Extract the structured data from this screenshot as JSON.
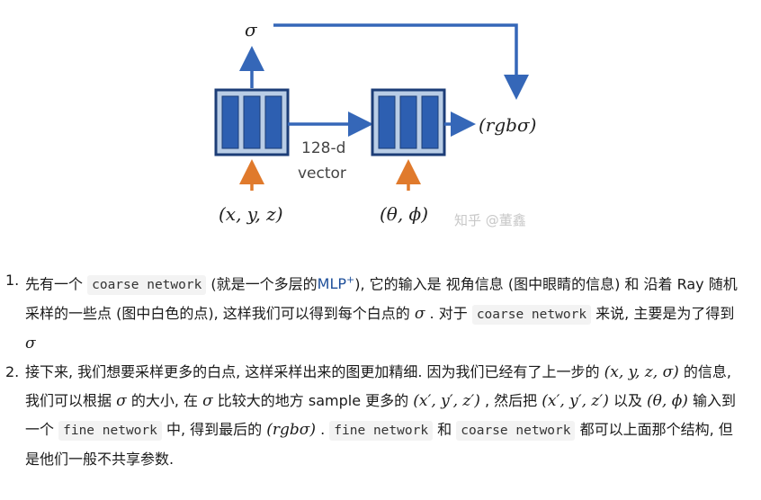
{
  "figure": {
    "sigma": "σ",
    "output": "(rgbσ)",
    "vector_line1": "128-d",
    "vector_line2": "vector",
    "input_xyz": "(x, y, z)",
    "input_view": "(θ, ϕ)",
    "watermark": "知乎 @董鑫",
    "colors": {
      "block_fill": "#2d5fb1",
      "block_border": "#1c3d77",
      "block_bg": "#b9cde6",
      "arrow_blue": "#3567b8",
      "arrow_orange": "#e07a2c"
    }
  },
  "list": {
    "item1": {
      "num": "1.",
      "t1": "先有一个",
      "code1": "coarse network",
      "t2": "(就是一个多层的",
      "link": "MLP",
      "link_mark": "+",
      "t3": "), 它的输入是 视角信息 (图中眼睛的信息) 和 沿着 Ray 随机采样的一些点 (图中白色的点), 这样我们可以得到每个白点的",
      "m1": "σ",
      "t4": ". 对于",
      "code2": "coarse network",
      "t5": "来说, 主要是为了得到",
      "m2": "σ"
    },
    "item2": {
      "num": "2.",
      "t1": "接下来, 我们想要采样更多的白点, 这样采样出来的图更加精细. 因为我们已经有了上一步的",
      "m1": "(x, y, z, σ)",
      "t2": "的信息, 我们可以根据",
      "m2": "σ",
      "t3": "的大小, 在",
      "m3": "σ",
      "t4": "比较大的地方 sample 更多的",
      "m4": "(x′, y′, z′)",
      "t5": ", 然后把",
      "m5": "(x′, y′, z′)",
      "t6": "以及",
      "m6": "(θ, ϕ)",
      "t7": "输入到一个",
      "code1": "fine network",
      "t8": "中, 得到最后的",
      "m7": "(rgbσ)",
      "t9": ".",
      "code2": "fine network",
      "t10": "和",
      "code3": "coarse network",
      "t11": "都可以上面那个结构, 但是他们一般不共享参数."
    }
  }
}
